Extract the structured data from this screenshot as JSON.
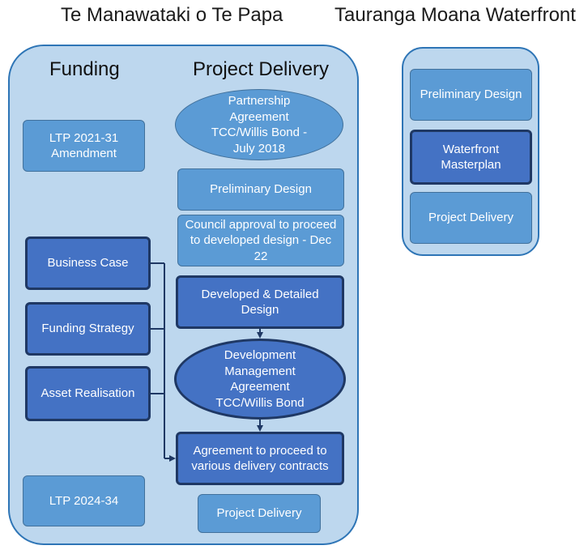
{
  "titles": {
    "left": "Te Manawataki o Te Papa",
    "right": "Tauranga Moana Waterfront"
  },
  "headings": {
    "funding": "Funding",
    "delivery": "Project Delivery"
  },
  "funding_boxes": {
    "ltp_2021": "LTP 2021-31 Amendment",
    "business_case": "Business Case",
    "funding_strategy": "Funding Strategy",
    "asset_realisation": "Asset Realisation",
    "ltp_2024": "LTP 2024-34"
  },
  "delivery_boxes": {
    "partnership": "Partnership Agreement TCC/Willis Bond - July 2018",
    "preliminary": "Preliminary Design",
    "council_approval": "Council approval to proceed to developed design - Dec 22",
    "developed_design": "Developed & Detailed Design",
    "dev_management": "Development Management Agreement TCC/Willis Bond",
    "agreement_proceed": "Agreement to proceed to various delivery contracts",
    "project_delivery": "Project  Delivery"
  },
  "waterfront_boxes": {
    "preliminary": "Preliminary Design",
    "masterplan": "Waterfront Masterplan",
    "project_delivery": "Project  Delivery"
  },
  "colors": {
    "panel_fill": "#bdd7ee",
    "panel_border": "#2e75b6",
    "light_box": "#5b9bd5",
    "dark_box": "#4472c4",
    "dark_border": "#1f3864"
  }
}
